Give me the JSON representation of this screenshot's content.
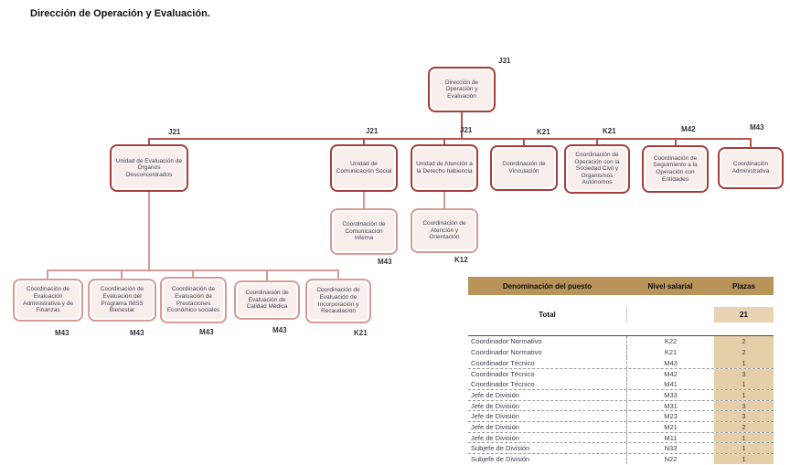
{
  "page": {
    "title": "Dirección de Operación y Evaluación."
  },
  "colors": {
    "dark_red_border": "#a63d3c",
    "pink_border": "#d69a97",
    "box_fill": "#f8efec",
    "table_header_gold": "#b8935a",
    "plazas_cell_tan": "#e5cfa8"
  },
  "org": {
    "root": {
      "title": "Dirección de Operación y Evaluación",
      "level": "J31"
    },
    "level2": [
      {
        "title": "Unidad de Evaluación de Órganos Desconcentrados",
        "level": "J21"
      },
      {
        "title": "Unidad de Comunicación Social",
        "level": "J21"
      },
      {
        "title": "Unidad de Atención a la Derecho habiencia",
        "level": "J21"
      },
      {
        "title": "Coordinación de Vinculación",
        "level": "K21"
      },
      {
        "title": "Coordinación de Operación con la Sociedad Civil y Organismos Autónomos",
        "level": "K21"
      },
      {
        "title": "Coordinación de Seguimiento a la Operación con Entidades",
        "level": "M42"
      },
      {
        "title": "Coordinación Administrativa",
        "level": "M43"
      }
    ],
    "level3": [
      {
        "title": "Coordinación de Comunicación Interna",
        "level": "M43"
      },
      {
        "title": "Coordinación de Atención y Orientación",
        "level": "K12"
      }
    ],
    "level4": [
      {
        "title": "Coordinación de Evaluación Administrativa y de Finanzas",
        "level": "M43"
      },
      {
        "title": "Coordinación de Evaluación del Programa IMSS Bienestar",
        "level": "M43"
      },
      {
        "title": "Coordinación de Evaluación de Prestaciones Económico sociales",
        "level": "M43"
      },
      {
        "title": "Coordinación de Evaluación de Calidad Médica",
        "level": "M43"
      },
      {
        "title": "Coordinación de Evaluación de Incorporación y Recaudación",
        "level": "K21"
      }
    ]
  },
  "table": {
    "headers": {
      "puesto": "Denominación del puesto",
      "nivel": "Nivel salarial",
      "plazas": "Plazas"
    },
    "total": {
      "label": "Total",
      "value": "21"
    },
    "rows": [
      {
        "puesto": "Coordinador Normativo",
        "nivel": "K22",
        "plazas": "2"
      },
      {
        "puesto": "Coordinador Normativo",
        "nivel": "K21",
        "plazas": "2"
      },
      {
        "puesto": "Coordinador Técnico",
        "nivel": "M43",
        "plazas": "1"
      },
      {
        "puesto": "Coordinador Técnico",
        "nivel": "M42",
        "plazas": "3"
      },
      {
        "puesto": "Coordinador Técnico",
        "nivel": "M41",
        "plazas": "1"
      },
      {
        "puesto": "Jefe de División",
        "nivel": "M33",
        "plazas": "1"
      },
      {
        "puesto": "Jefe de División",
        "nivel": "M31",
        "plazas": "3"
      },
      {
        "puesto": "Jefe de División",
        "nivel": "M23",
        "plazas": "3"
      },
      {
        "puesto": "Jefe de División",
        "nivel": "M21",
        "plazas": "2"
      },
      {
        "puesto": "Jefe de División",
        "nivel": "M11",
        "plazas": "1"
      },
      {
        "puesto": "Subjefe de División",
        "nivel": "N33",
        "plazas": "1"
      },
      {
        "puesto": "Subjefe de División",
        "nivel": "N22",
        "plazas": "1"
      }
    ]
  }
}
